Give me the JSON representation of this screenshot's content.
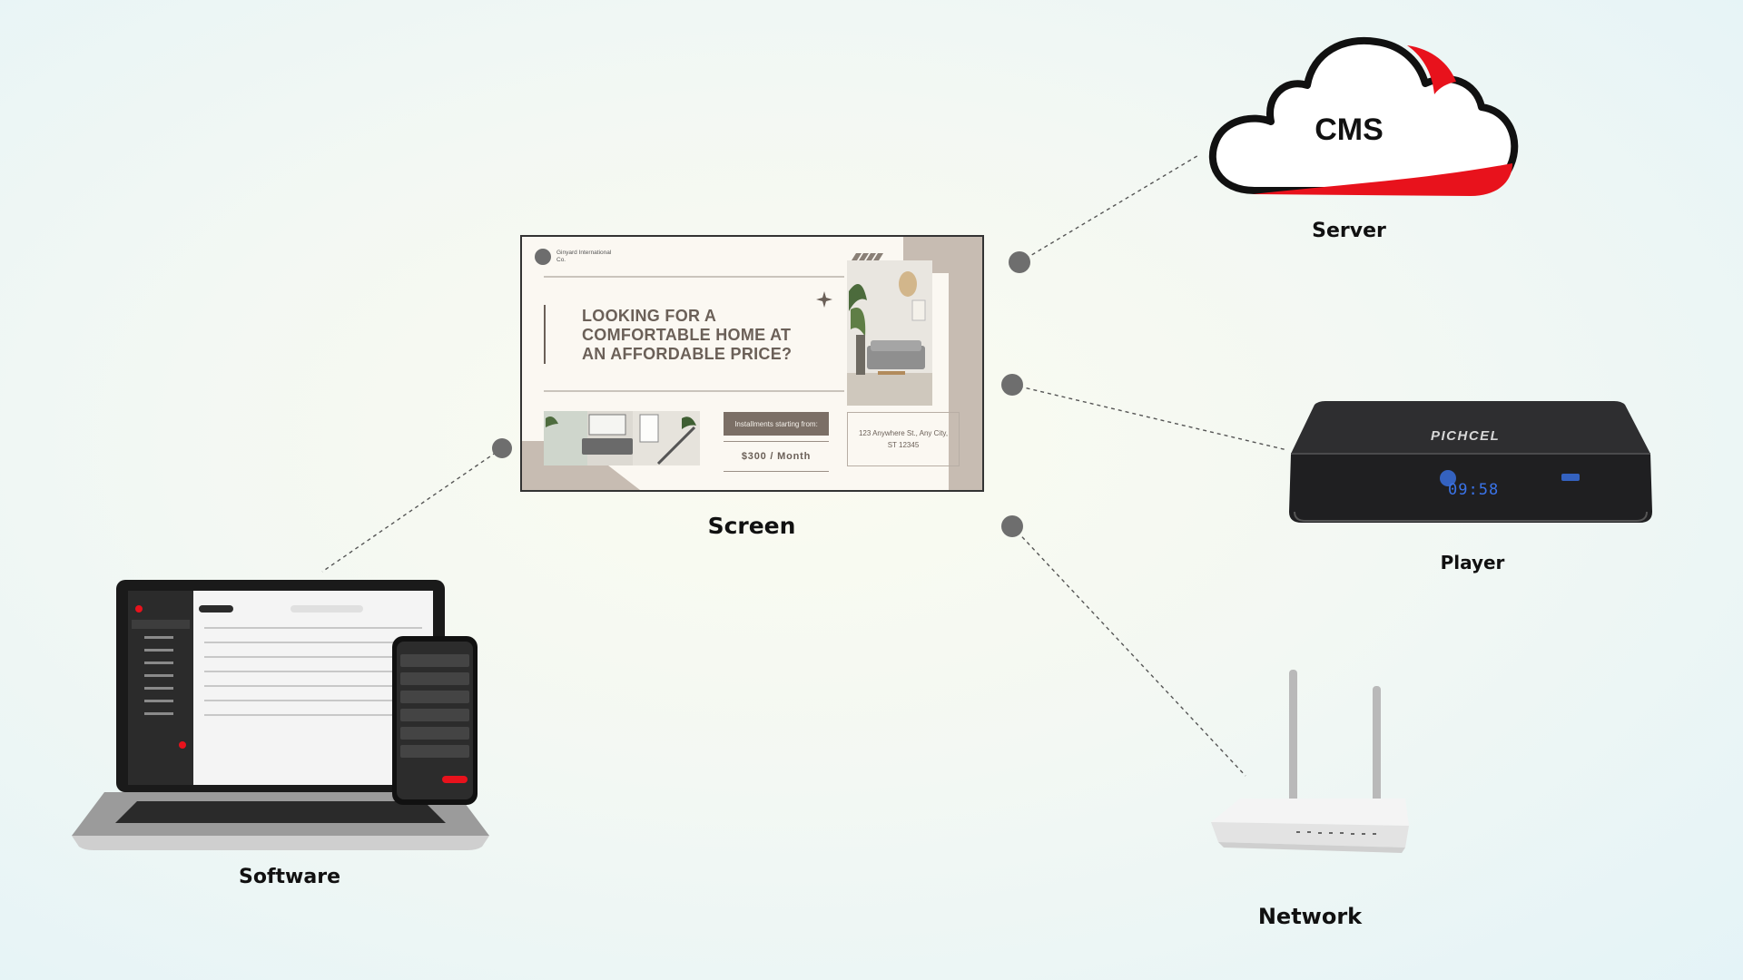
{
  "nodes": {
    "server": {
      "caption": "Server",
      "cloud_text": "CMS"
    },
    "screen": {
      "caption": "Screen"
    },
    "player": {
      "caption": "Player",
      "device_brand": "PICHCEL",
      "device_display": "09:58"
    },
    "software": {
      "caption": "Software"
    },
    "network": {
      "caption": "Network"
    }
  },
  "signage": {
    "brand_name": "Ginyard International Co.",
    "headline": "LOOKING FOR A COMFORTABLE HOME AT AN AFFORDABLE PRICE?",
    "price_label": "Installments starting from:",
    "price_value": "$300 / Month",
    "address": "123 Anywhere St., Any City, ST 12345"
  },
  "colors": {
    "accent_red": "#e8121c",
    "connector_dot": "#6e6e6e",
    "signage_brown": "#7b6f66"
  }
}
